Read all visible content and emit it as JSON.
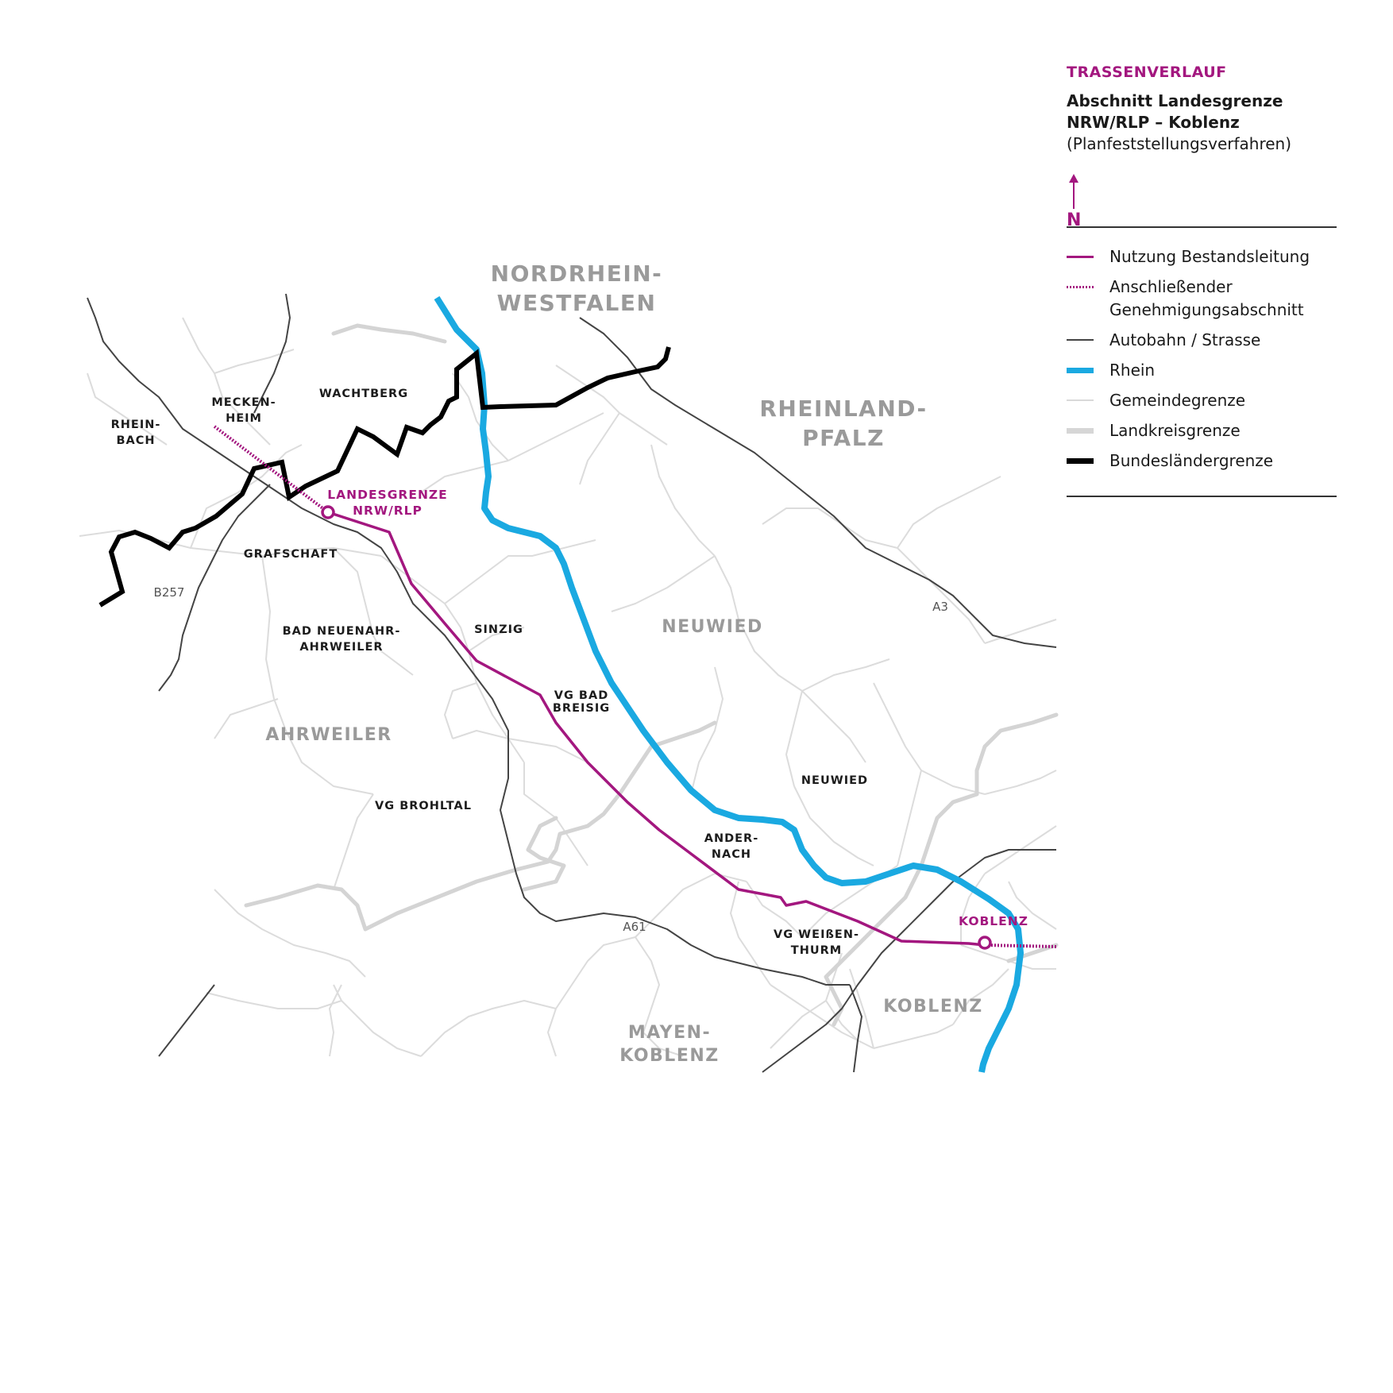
{
  "legend": {
    "heading": "TRASSENVERLAUF",
    "subtitle_line1": "Abschnitt Landesgrenze",
    "subtitle_line2": "NRW/RLP – Koblenz",
    "note": "(Planfeststellungsverfahren)",
    "north_label": "N",
    "items": {
      "existing_line": "Nutzung Bestandsleitung",
      "following_line1": "Anschließender",
      "following_line2": "Genehmigungsabschnitt",
      "road": "Autobahn / Strasse",
      "rhine": "Rhein",
      "municipal": "Gemeindegrenze",
      "district": "Landkreisgrenze",
      "state": "Bundesländergrenze"
    }
  },
  "regions": {
    "nrw_line1": "NORDRHEIN-",
    "nrw_line2": "WESTFALEN",
    "rlp_line1": "RHEINLAND-",
    "rlp_line2": "PFALZ",
    "neuwied_district": "NEUWIED",
    "ahrweiler": "AHRWEILER",
    "koblenz": "KOBLENZ",
    "mayen_line1": "MAYEN-",
    "mayen_line2": "KOBLENZ"
  },
  "municipalities": {
    "rheinbach_line1": "RHEIN-",
    "rheinbach_line2": "BACH",
    "meckenheim_line1": "MECKEN-",
    "meckenheim_line2": "HEIM",
    "wachtberg": "WACHTBERG",
    "grafschaft": "GRAFSCHAFT",
    "bad_neuenahr_line1": "BAD NEUENAHR-",
    "bad_neuenahr_line2": "AHRWEILER",
    "sinzig": "SINZIG",
    "bad_breisig_line1": "VG BAD",
    "bad_breisig_line2": "BREISIG",
    "brohltal": "VG BROHLTAL",
    "neuwied": "NEUWIED",
    "andernach_line1": "ANDER-",
    "andernach_line2": "NACH",
    "weissenthurm_line1": "VG WEIßEN-",
    "weissenthurm_line2": "THURM"
  },
  "roads": {
    "b257": "B257",
    "a3": "A3",
    "a61": "A61"
  },
  "route_points": {
    "border_line1": "LANDESGRENZE",
    "border_line2": "NRW/RLP",
    "koblenz": "KOBLENZ"
  },
  "colors": {
    "route": "#a3177f",
    "rhine": "#1aa9e1",
    "road": "#444444",
    "municipal_boundary": "#d9d9d9",
    "district_boundary": "#d6d6d6",
    "state_boundary": "#000000",
    "region_label": "#9a9a9a"
  }
}
